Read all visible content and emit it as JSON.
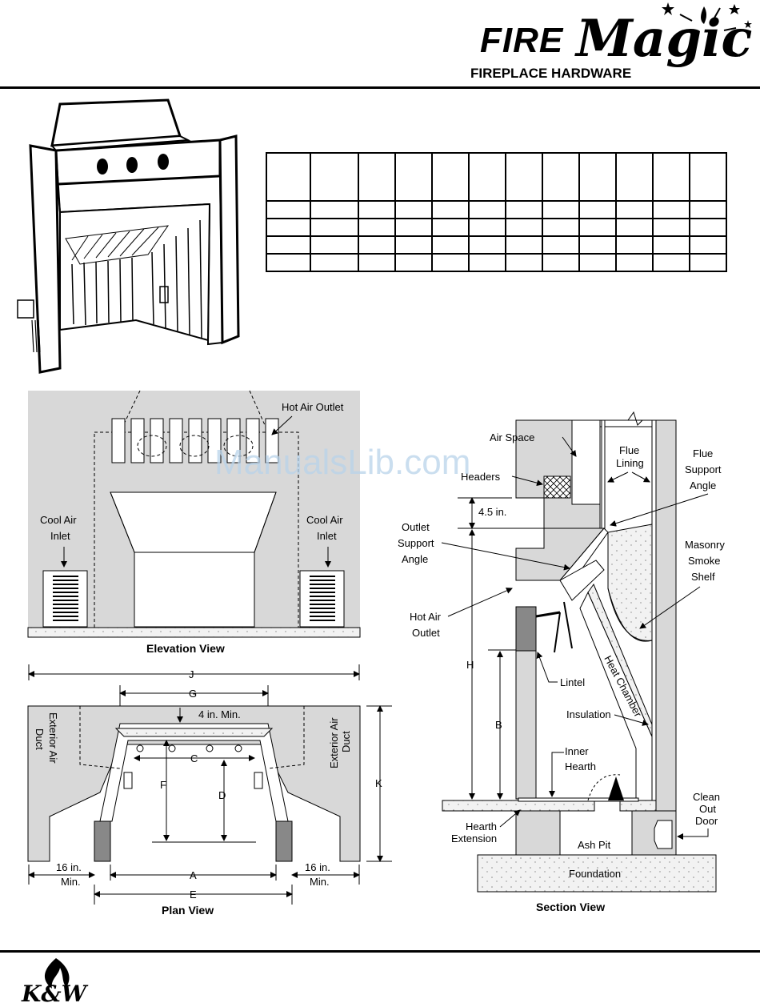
{
  "header": {
    "brand_fire": "FIRE",
    "brand_magic": "Magic",
    "brand_sub": "FIREPLACE HARDWARE"
  },
  "spec_table": {
    "rows": 5,
    "cols": 12
  },
  "watermark": "ManualsLib.com",
  "elevation": {
    "title": "Elevation View",
    "hot_air_outlet": "Hot Air Outlet",
    "cool_air_inlet_left_1": "Cool Air",
    "cool_air_inlet_left_2": "Inlet",
    "cool_air_inlet_right_1": "Cool Air",
    "cool_air_inlet_right_2": "Inlet"
  },
  "plan": {
    "title": "Plan View",
    "J": "J",
    "G": "G",
    "C": "C",
    "F": "F",
    "D": "D",
    "K": "K",
    "A": "A",
    "E": "E",
    "four_in_min": "4 in. Min.",
    "ext_duct_left_1": "Exterior Air",
    "ext_duct_left_2": "Duct",
    "ext_duct_right_1": "Exterior Air",
    "ext_duct_right_2": "Duct",
    "sixteen_left_1": "16 in.",
    "sixteen_left_2": "Min.",
    "sixteen_right_1": "16 in.",
    "sixteen_right_2": "Min."
  },
  "section": {
    "title": "Section View",
    "air_space": "Air Space",
    "flue_lining_1": "Flue",
    "flue_lining_2": "Lining",
    "flue_support_1": "Flue",
    "flue_support_2": "Support",
    "flue_support_3": "Angle",
    "headers": "Headers",
    "four_five_in": "4.5 in.",
    "outlet_support_1": "Outlet",
    "outlet_support_2": "Support",
    "outlet_support_3": "Angle",
    "masonry_1": "Masonry",
    "masonry_2": "Smoke",
    "masonry_3": "Shelf",
    "hot_air_outlet_1": "Hot Air",
    "hot_air_outlet_2": "Outlet",
    "H": "H",
    "B": "B",
    "lintel": "Lintel",
    "heat_chamber": "Heat Chamber",
    "insulation": "Insulation",
    "inner_hearth_1": "Inner",
    "inner_hearth_2": "Hearth",
    "clean_out_1": "Clean",
    "clean_out_2": "Out",
    "clean_out_3": "Door",
    "hearth_ext_1": "Hearth",
    "hearth_ext_2": "Extension",
    "ash_pit": "Ash Pit",
    "foundation": "Foundation"
  },
  "footer": {
    "logo": "K&W"
  }
}
